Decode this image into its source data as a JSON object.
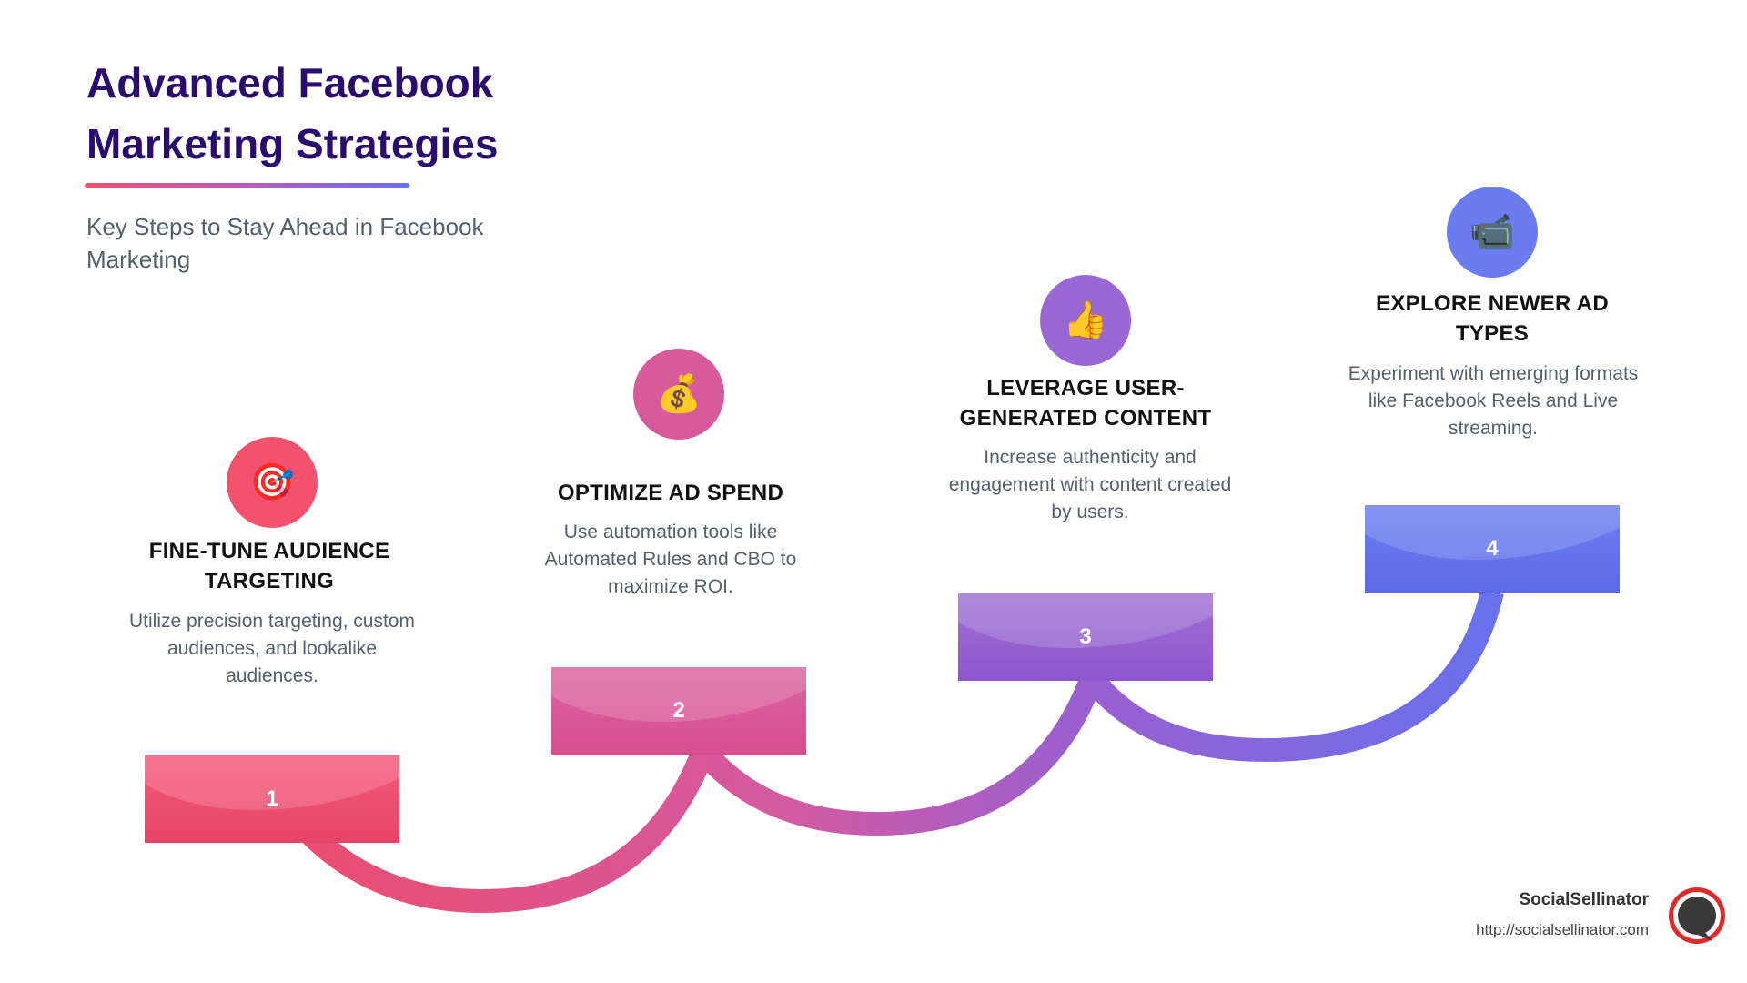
{
  "header": {
    "title": "Advanced Facebook Marketing Strategies",
    "subtitle": "Key Steps to Stay Ahead in Facebook Marketing"
  },
  "steps": [
    {
      "number": "1",
      "icon": "target-icon",
      "icon_glyph": "🎯",
      "title": "FINE-TUNE AUDIENCE TARGETING",
      "description": "Utilize precision targeting, custom audiences, and lookalike audiences.",
      "color": "#ec4d6c"
    },
    {
      "number": "2",
      "icon": "money-bag-icon",
      "icon_glyph": "💰",
      "title": "OPTIMIZE AD SPEND",
      "description": "Use automation tools like Automated Rules and CBO to maximize ROI.",
      "color": "#d85a9c"
    },
    {
      "number": "3",
      "icon": "thumbs-up-icon",
      "icon_glyph": "👍",
      "title": "LEVERAGE USER-GENERATED CONTENT",
      "description": "Increase authenticity and engagement with content created by users.",
      "color": "#9763d2"
    },
    {
      "number": "4",
      "icon": "video-camera-icon",
      "icon_glyph": "📹",
      "title": "EXPLORE NEWER AD TYPES",
      "description": "Experiment with emerging formats like Facebook Reels and Live streaming.",
      "color": "#6476ee"
    }
  ],
  "brand": {
    "name": "SocialSellinator",
    "url": "http://socialsellinator.com"
  }
}
